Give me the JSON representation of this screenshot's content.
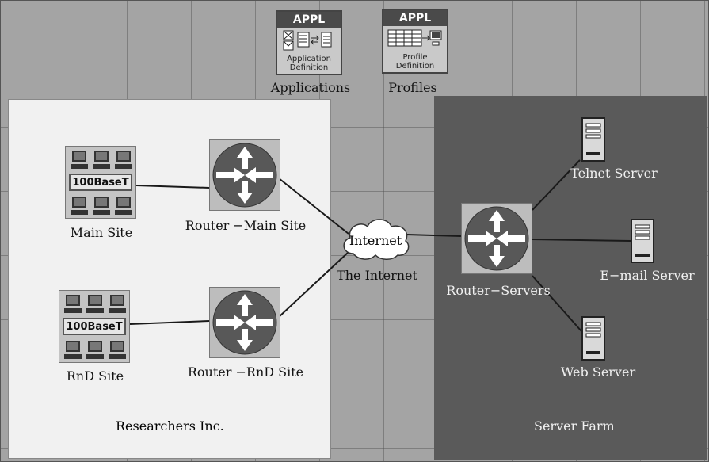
{
  "palette": {
    "background": "#a4a4a4",
    "region_left": "#f1f1f1",
    "region_right": "#5a5a5a",
    "router_disc": "#585858",
    "arrow": "#ffffff"
  },
  "config_objects": [
    {
      "badge": "APPL",
      "caption_line1": "Application",
      "caption_line2": "Definition",
      "label": "Applications",
      "icon": "application-definition-icon"
    },
    {
      "badge": "APPL",
      "caption_line1": "Profile",
      "caption_line2": "Definition",
      "label": "Profiles",
      "icon": "profile-definition-icon"
    }
  ],
  "regions": {
    "researchers": {
      "label": "Researchers Inc."
    },
    "server_farm": {
      "label": "Server Farm"
    }
  },
  "nodes": {
    "main_site": {
      "label": "Main Site",
      "band": "100BaseT",
      "icon": "lan-icon"
    },
    "rnd_site": {
      "label": "RnD Site",
      "band": "100BaseT",
      "icon": "lan-icon"
    },
    "router_main": {
      "label": "Router −Main Site",
      "icon": "router-icon"
    },
    "router_rnd": {
      "label": "Router −RnD Site",
      "icon": "router-icon"
    },
    "internet": {
      "cloud_text": "Internet",
      "label": "The Internet",
      "icon": "cloud-icon"
    },
    "router_servers": {
      "label": "Router−Servers",
      "icon": "router-icon"
    },
    "telnet_server": {
      "label": "Telnet Server",
      "icon": "server-icon"
    },
    "email_server": {
      "label": "E−mail Server",
      "icon": "server-icon"
    },
    "web_server": {
      "label": "Web Server",
      "icon": "server-icon"
    }
  }
}
